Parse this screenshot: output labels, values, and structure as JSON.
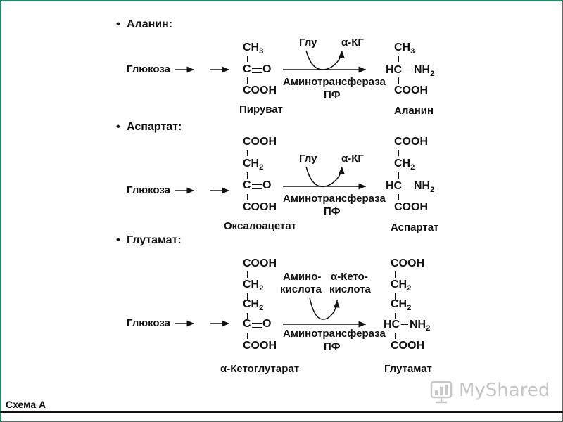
{
  "sections": [
    {
      "heading": "Аланин:",
      "source": "Глюкоза",
      "substrate": {
        "line1_pre": "CH",
        "line1_sub": "3",
        "line2_left": "C",
        "line2_right": "O",
        "line3": "COOH",
        "label": "Пируват"
      },
      "cosub_in": "Глу",
      "cosub_out": "α-КГ",
      "enzyme": "Аминотрансфераза",
      "cofactor": "ПФ",
      "product": {
        "line1_pre": "CH",
        "line1_sub": "3",
        "nh_left": "HC",
        "nh_right_pre": "NH",
        "nh_right_sub": "2",
        "line3": "COOH",
        "label": "Аланин"
      }
    },
    {
      "heading": "Аспартат:",
      "source": "Глюкоза",
      "substrate": {
        "line0": "COOH",
        "line1_pre": "CH",
        "line1_sub": "2",
        "line2_left": "C",
        "line2_right": "O",
        "line3": "COOH",
        "label": "Оксалоацетат"
      },
      "cosub_in": "Глу",
      "cosub_out": "α-КГ",
      "enzyme": "Аминотрансфераза",
      "cofactor": "ПФ",
      "product": {
        "line0": "COOH",
        "line1_pre": "CH",
        "line1_sub": "2",
        "nh_left": "HC",
        "nh_right_pre": "NH",
        "nh_right_sub": "2",
        "line3": "COOH",
        "label": "Аспартат"
      }
    },
    {
      "heading": "Глутамат:",
      "source": "Глюкоза",
      "substrate": {
        "line0": "COOH",
        "line1_pre": "CH",
        "line1_sub": "2",
        "line1b_pre": "CH",
        "line1b_sub": "2",
        "line2_left": "C",
        "line2_right": "O",
        "line3": "COOH",
        "label": "α-Кетоглутарат"
      },
      "cosub_in_1": "Амино-",
      "cosub_in_2": "кислота",
      "cosub_out_1": "α-Кето-",
      "cosub_out_2": "кислота",
      "enzyme": "Аминотрансфераза",
      "cofactor": "ПФ",
      "product": {
        "line0": "COOH",
        "line1_pre": "CH",
        "line1_sub": "2",
        "line1b_pre": "CH",
        "line1b_sub": "2",
        "nh_left": "HC",
        "nh_right_pre": "NH",
        "nh_right_sub": "2",
        "line3": "COOH",
        "label": "Глутамат"
      }
    }
  ],
  "bullet": "•",
  "caption": "Схема А",
  "watermark": "MyShared"
}
